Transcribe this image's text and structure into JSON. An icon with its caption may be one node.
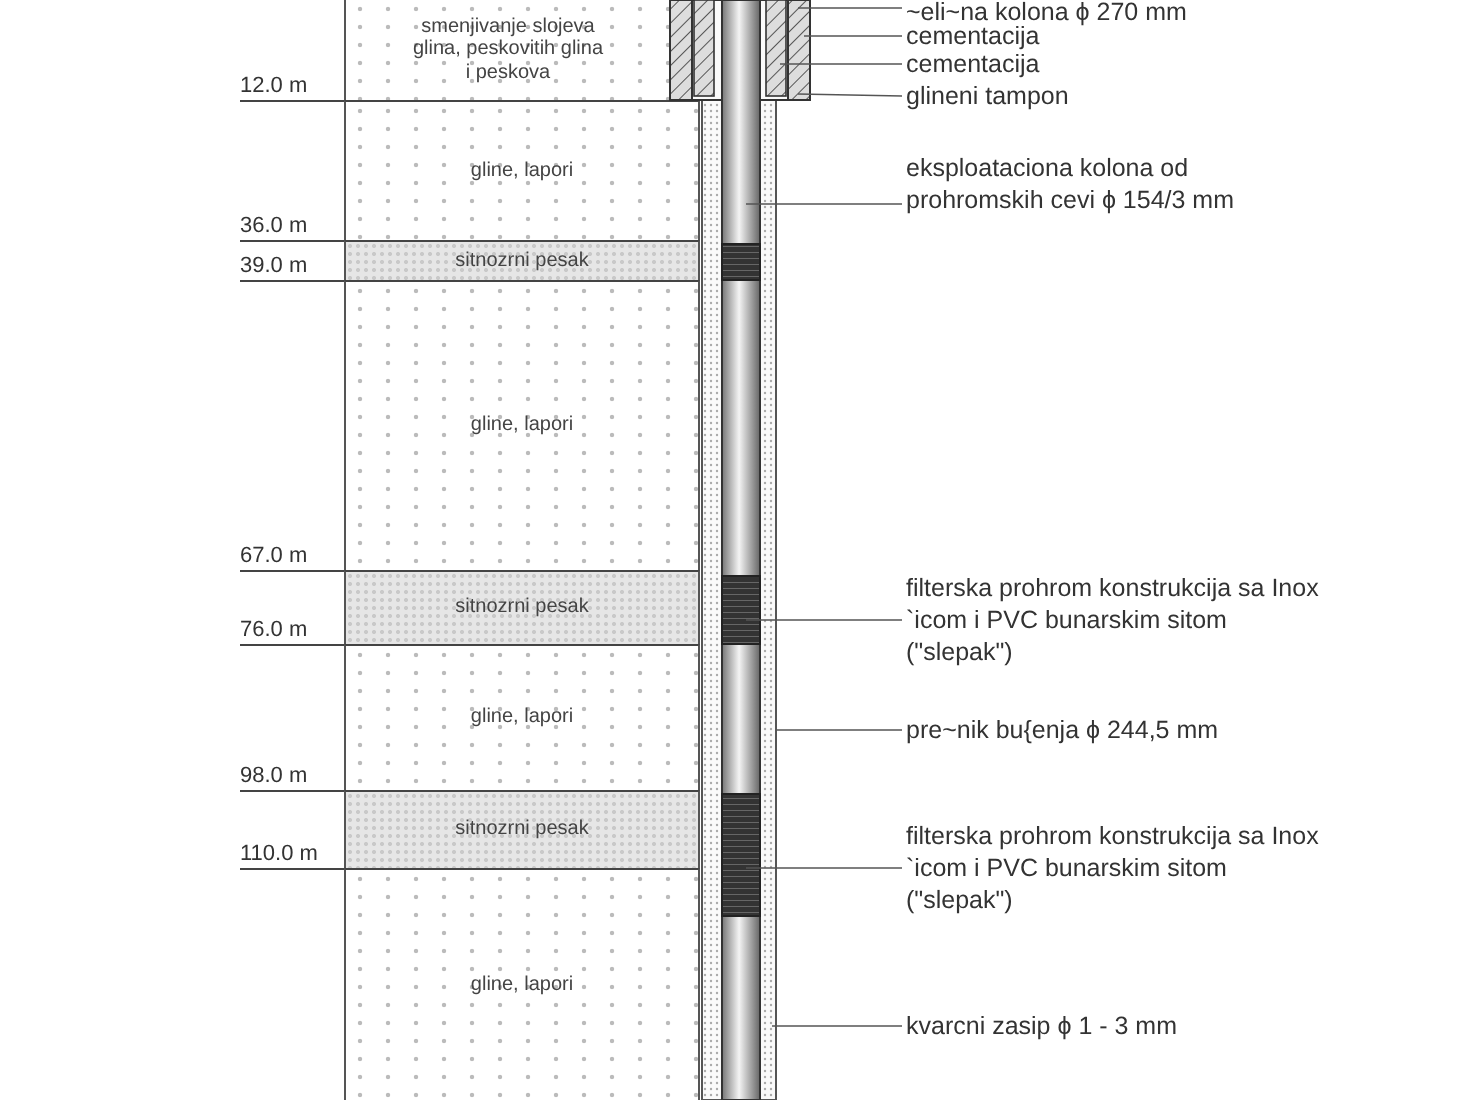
{
  "diagram": {
    "nodes": [
      {
        "text": [
          "smenjivanje slojeva glina, peskovitih glina i peskova"
        ]
      },
      {
        "text": [
          "gline, lapori"
        ],
        "beside": [
          "12.0 m"
        ]
      },
      {
        "text": [
          "sitnozrni pesak"
        ],
        "beside": [
          "36.0 m"
        ]
      },
      {
        "text": [
          "gline, lapori"
        ],
        "beside": [
          "39.0 m"
        ]
      },
      {
        "text": [
          "sitnozrni pesak"
        ],
        "beside": [
          "67.0 m"
        ]
      },
      {
        "text": [
          "gline, lapori"
        ],
        "beside": [
          "76.0 m"
        ]
      },
      {
        "text": [
          "sitnozrni pesak"
        ],
        "beside": [
          "98.0 m"
        ]
      },
      {
        "text": [
          "gline, lapori"
        ],
        "beside": [
          "110.0 m"
        ]
      },
      {
        "text": [
          "~eli~na kolona ϕ 270 mm"
        ]
      },
      {
        "text": [
          "cementacija"
        ]
      },
      {
        "text": [
          "cementacija"
        ]
      },
      {
        "text": [
          "glineni tampon"
        ]
      },
      {
        "text": [
          "eksploataciona kolona od prohromskih cevi ϕ 154/3 mm"
        ]
      },
      {
        "text": [
          "filterska prohrom konstrukcija sa Inox `icom i PVC bunarskim sitom (\"slepak\")"
        ]
      },
      {
        "text": [
          "pre~nik bu{enja ϕ 244,5 mm"
        ]
      },
      {
        "text": [
          "filterska prohrom konstrukcija sa Inox `icom i PVC bunarskim sitom (\"slepak\")"
        ]
      },
      {
        "text": [
          "kvarcni zasip ϕ 1 - 3 mm"
        ]
      }
    ],
    "edges": [
      {
        "from": 8,
        "to": null,
        "arrow": "none"
      },
      {
        "from": 9,
        "to": null,
        "arrow": "none"
      },
      {
        "from": 10,
        "to": null,
        "arrow": "none"
      },
      {
        "from": 11,
        "to": null,
        "arrow": "none"
      },
      {
        "from": 12,
        "to": null,
        "arrow": "none"
      },
      {
        "from": 13,
        "to": null,
        "arrow": "none"
      },
      {
        "from": 14,
        "to": null,
        "arrow": "none"
      },
      {
        "from": 15,
        "to": null,
        "arrow": "none"
      },
      {
        "from": 16,
        "to": null,
        "arrow": "none"
      }
    ]
  }
}
